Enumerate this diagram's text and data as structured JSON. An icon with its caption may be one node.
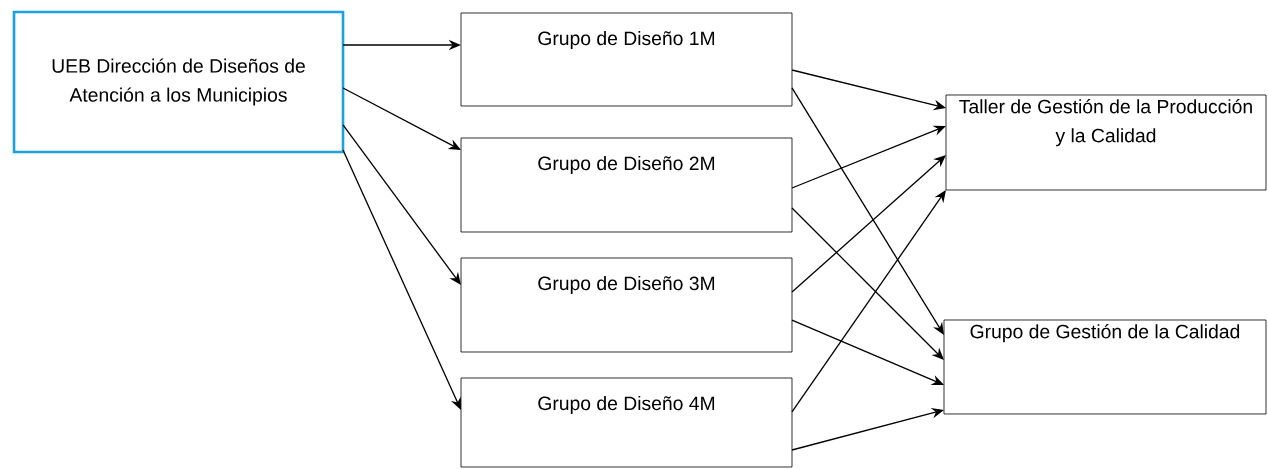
{
  "diagram": {
    "nodes": [
      {
        "text": [
          "UEB Dirección de Diseños de Atención a los Municipios"
        ]
      },
      {
        "text": [
          "Grupo de Diseño 1M"
        ]
      },
      {
        "text": [
          "Grupo de Diseño 2M"
        ]
      },
      {
        "text": [
          "Grupo de Diseño 3M"
        ]
      },
      {
        "text": [
          "Grupo de Diseño 4M"
        ]
      },
      {
        "text": [
          "Taller de Gestión de la Producción y la Calidad"
        ]
      },
      {
        "text": [
          "Grupo de Gestión de la Calidad"
        ]
      }
    ],
    "edges": [
      {
        "from": 0,
        "to": 1,
        "arrow": "to"
      },
      {
        "from": 0,
        "to": 2,
        "arrow": "to"
      },
      {
        "from": 0,
        "to": 3,
        "arrow": "to"
      },
      {
        "from": 0,
        "to": 4,
        "arrow": "to"
      },
      {
        "from": 1,
        "to": 5,
        "arrow": "to"
      },
      {
        "from": 1,
        "to": 6,
        "arrow": "to"
      },
      {
        "from": 2,
        "to": 5,
        "arrow": "to"
      },
      {
        "from": 2,
        "to": 6,
        "arrow": "to"
      },
      {
        "from": 3,
        "to": 5,
        "arrow": "to"
      },
      {
        "from": 3,
        "to": 6,
        "arrow": "to"
      },
      {
        "from": 4,
        "to": 5,
        "arrow": "to"
      },
      {
        "from": 4,
        "to": 6,
        "arrow": "to"
      }
    ]
  }
}
